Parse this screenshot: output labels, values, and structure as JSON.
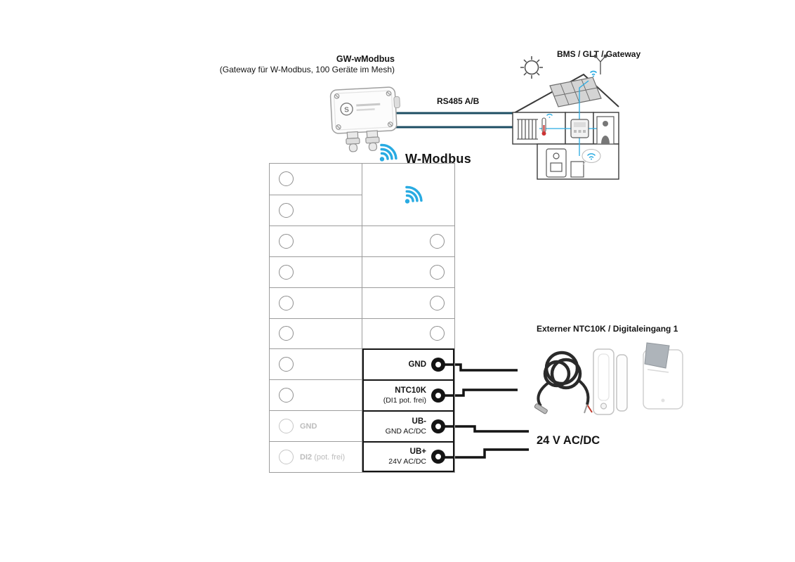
{
  "title_block": {
    "title": "GW-wModbus",
    "subtitle": "(Gateway für W-Modbus, 100 Geräte im Mesh)"
  },
  "labels": {
    "rs485": "RS485 A/B",
    "bms": "BMS / GLT / Gateway",
    "wmodbus": "W-Modbus",
    "external_input": "Externer NTC10K / Digitaleingang 1",
    "power": "24 V AC/DC"
  },
  "device": {
    "logo_letter": "S"
  },
  "terminal_block": {
    "left": {
      "gnd": "GND",
      "di2": "DI2",
      "di2_sub": "(pot. frei)"
    },
    "right": {
      "gnd": {
        "line1": "GND",
        "line2": ""
      },
      "ntc": {
        "line1": "NTC10K",
        "line2": "(DI1 pot. frei)"
      },
      "ub_minus": {
        "line1": "UB-",
        "line2": "GND AC/DC"
      },
      "ub_plus": {
        "line1": "UB+",
        "line2": "24V AC/DC"
      }
    }
  },
  "colors": {
    "accent_blue": "#29abe2",
    "bus_line": "#1d4e63",
    "wire_black": "#141414",
    "grid_gray": "#9c9c9c"
  },
  "icons": {
    "wireless": "wifi-icon",
    "sun": "sun-icon",
    "building": "bms-house",
    "sensor_cable": "ntc-cable-probe",
    "window_contact": "window-contact-sensor",
    "card_holder": "key-card-holder"
  }
}
